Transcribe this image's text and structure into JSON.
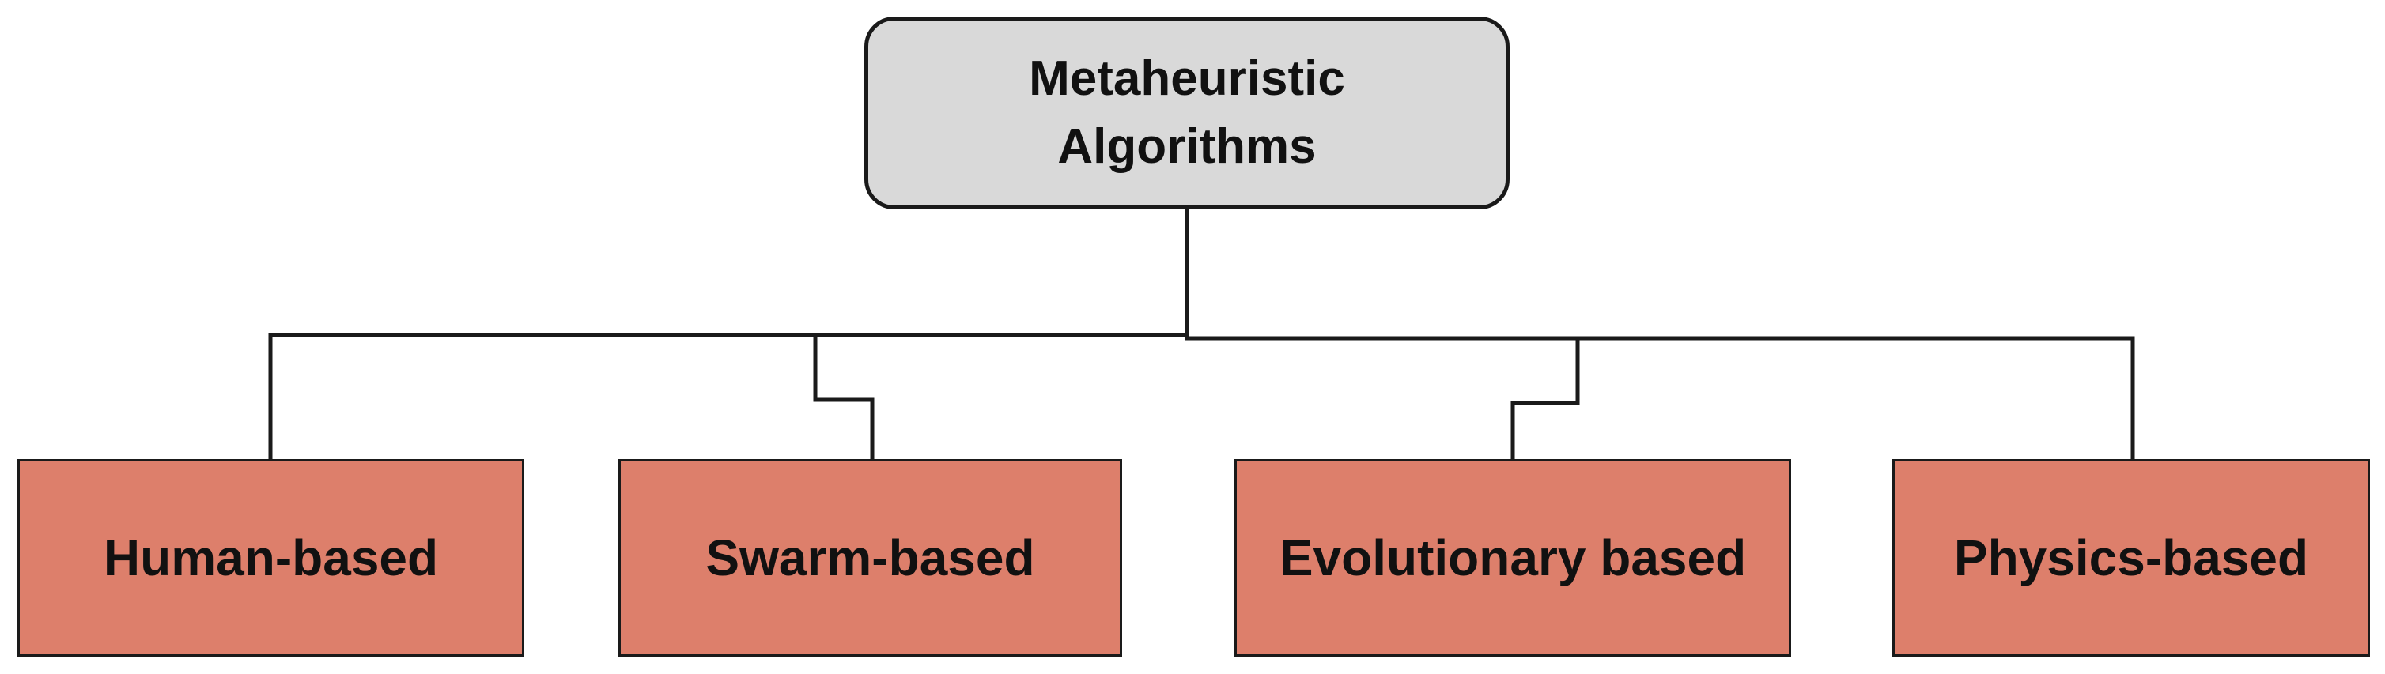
{
  "root": {
    "line1": "Metaheuristic",
    "line2": "Algorithms"
  },
  "categories": [
    {
      "label": "Human-based"
    },
    {
      "label": "Swarm-based"
    },
    {
      "label": "Evolutionary based"
    },
    {
      "label": "Physics-based"
    }
  ],
  "colors": {
    "root_fill": "#d9d9d9",
    "category_fill": "#dd7f6b",
    "line": "#1a1a1a"
  }
}
